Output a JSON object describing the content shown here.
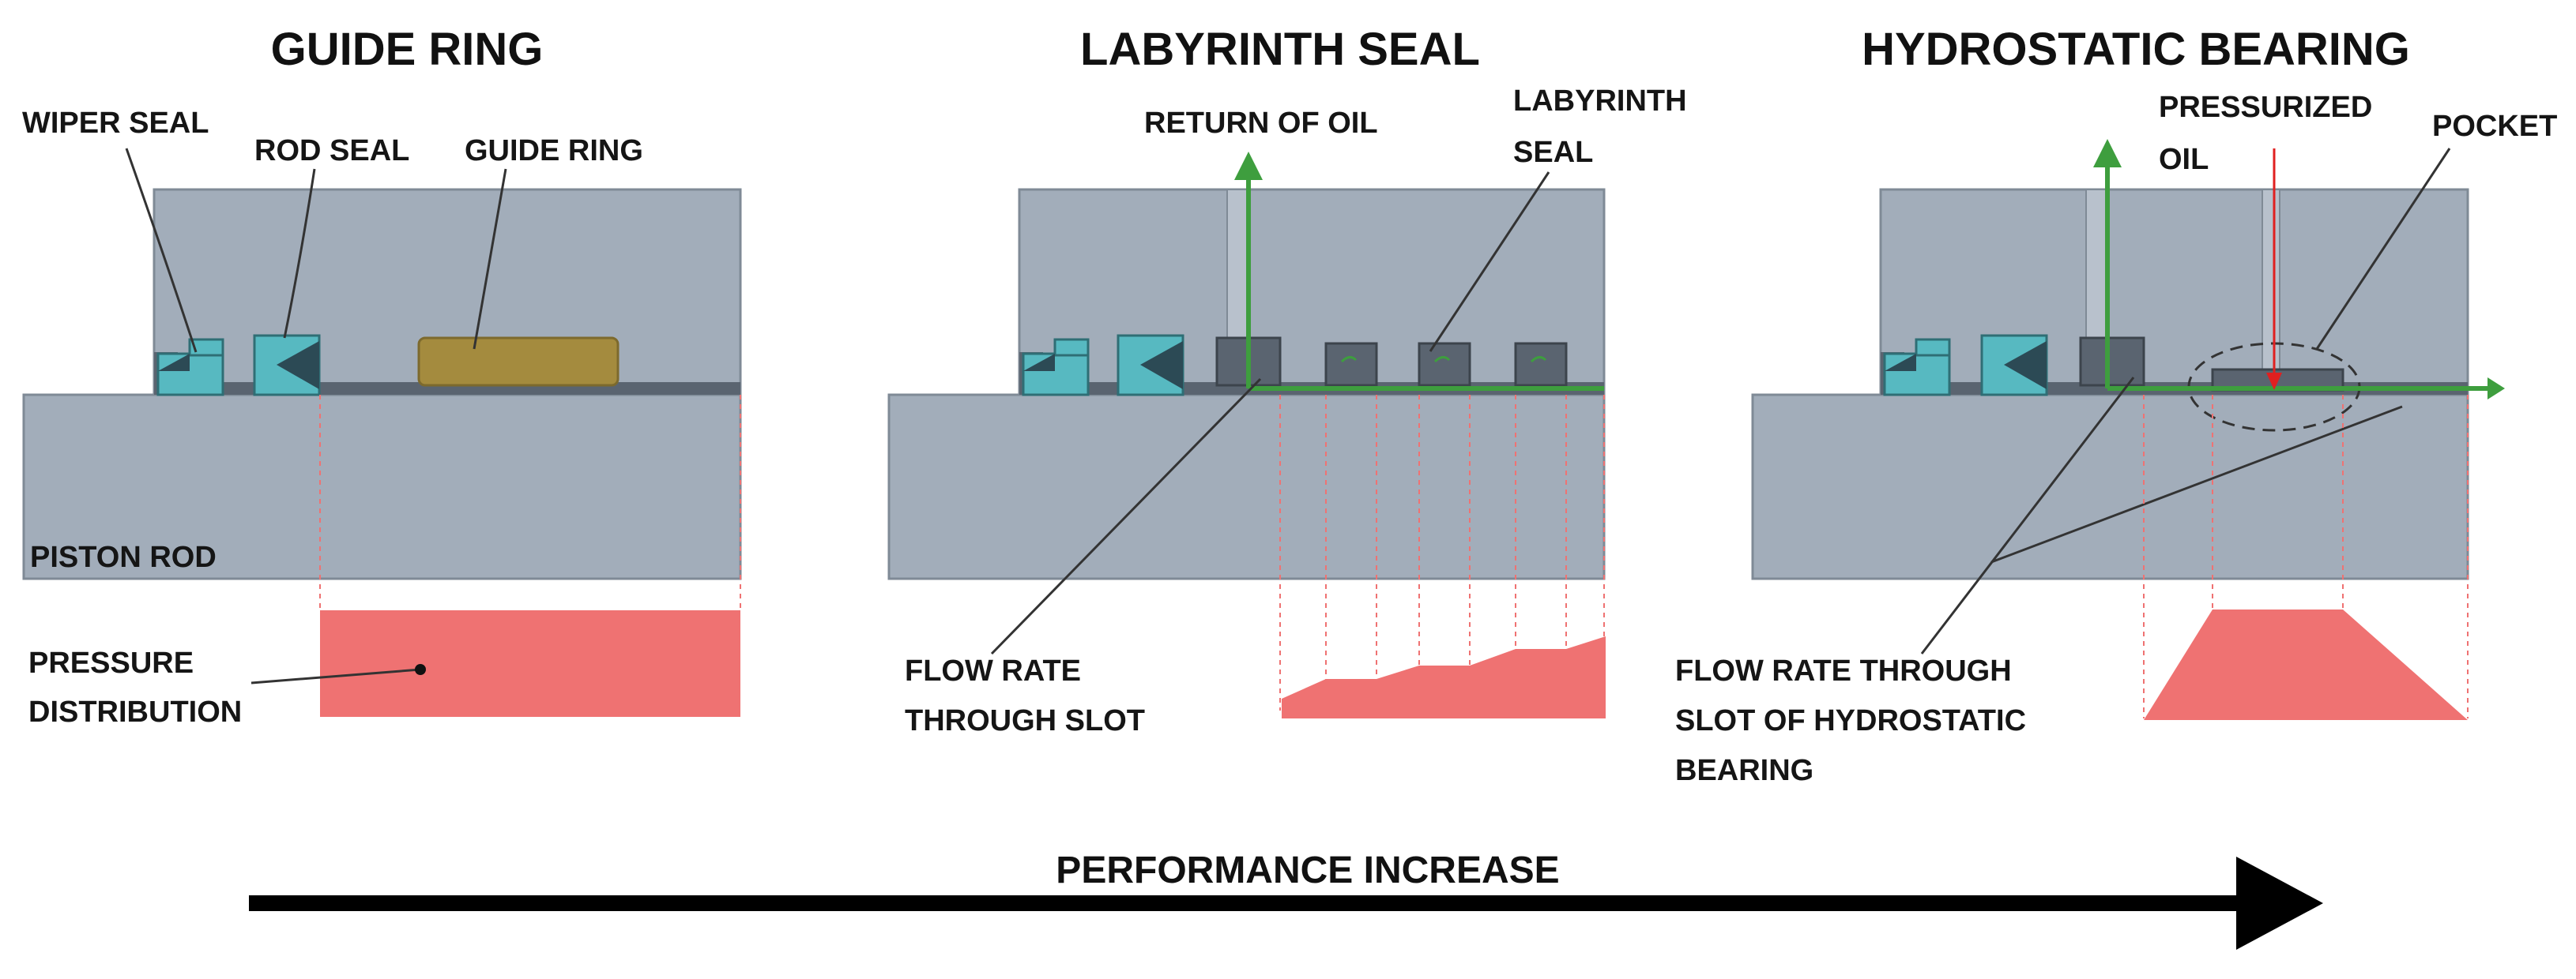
{
  "titles": {
    "guide_ring": "GUIDE RING",
    "labyrinth_seal": "LABYRINTH SEAL",
    "hydrostatic_bearing": "HYDROSTATIC BEARING"
  },
  "labels": {
    "wiper_seal": "WIPER SEAL",
    "rod_seal": "ROD SEAL",
    "guide_ring": "GUIDE RING",
    "piston_rod": "PISTON ROD",
    "pressure_line1": "PRESSURE",
    "pressure_line2": "DISTRIBUTION",
    "return_of_oil": "RETURN OF OIL",
    "labyrinth_line1": "LABYRINTH",
    "labyrinth_line2": "SEAL",
    "flow_slot_line1": "FLOW RATE",
    "flow_slot_line2": "THROUGH SLOT",
    "pressurized_line1": "PRESSURIZED",
    "pressurized_line2": "OIL",
    "pocket": "POCKET",
    "flow_hydro_line1": "FLOW RATE THROUGH",
    "flow_hydro_line2": "SLOT OF HYDROSTATIC",
    "flow_hydro_line3": "BEARING"
  },
  "performance": "PERFORMANCE INCREASE",
  "colors": {
    "housing": "#a2adba",
    "rod": "#a2adba",
    "seal": "#57b9c1",
    "guide_ring": "#a48b3e",
    "pressure": "#ef7272",
    "flow_arrow": "#3e9e3e",
    "pressurized_arrow": "#e02020",
    "leader": "#333333"
  },
  "icons": [
    "wiper-seal-icon",
    "rod-seal-icon",
    "labyrinth-groove-icon",
    "hydrostatic-pocket-icon",
    "arrow-right-icon"
  ]
}
